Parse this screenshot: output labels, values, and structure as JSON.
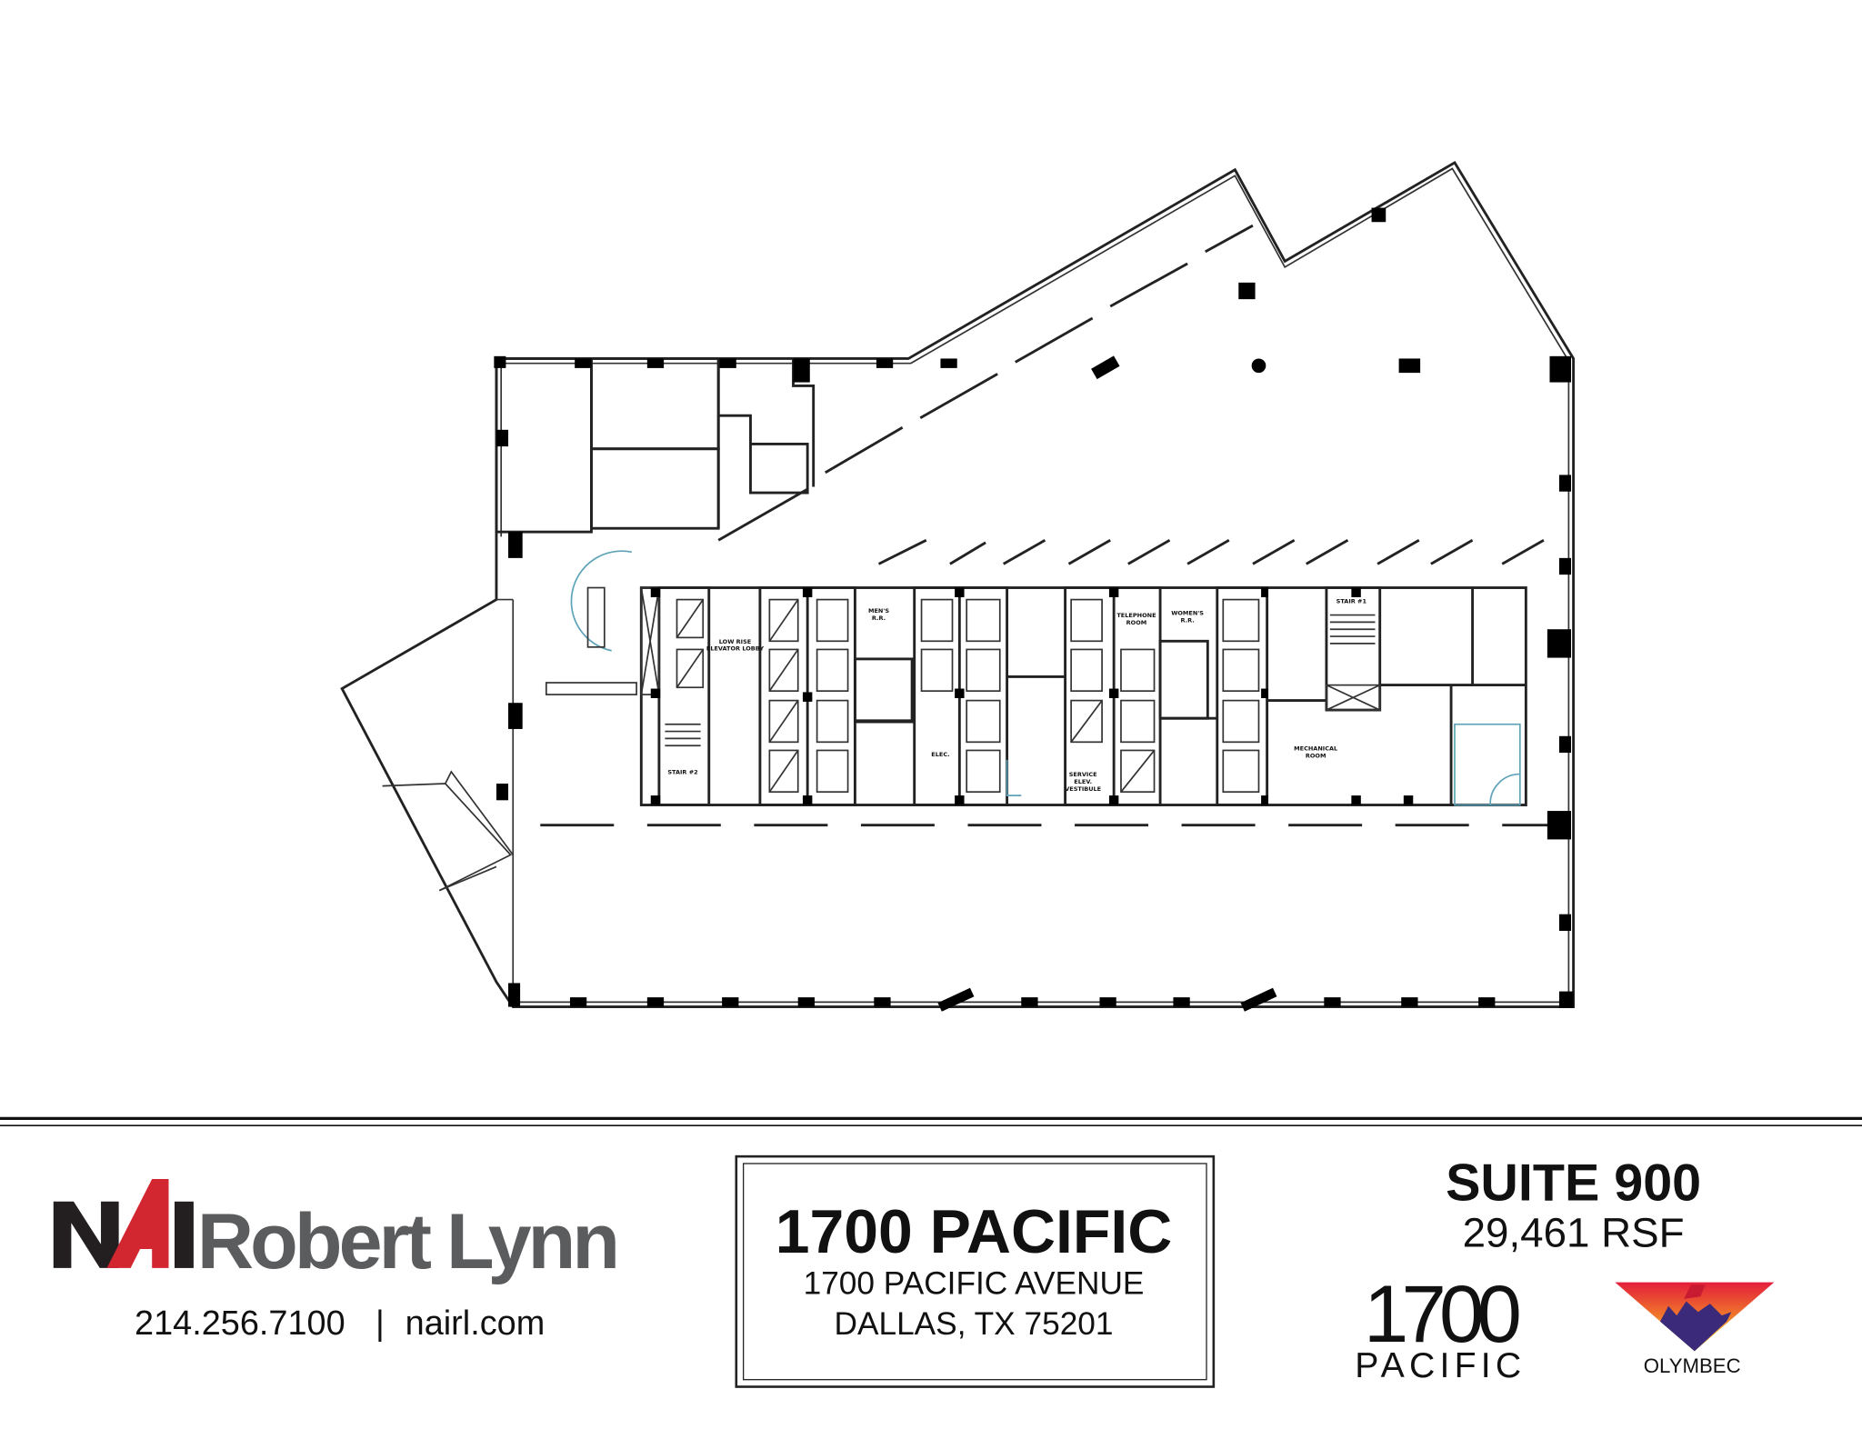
{
  "floor_plan": {
    "rooms": {
      "low_rise_lobby_1": "LOW RISE",
      "low_rise_lobby_2": "ELEVATOR LOBBY",
      "mens_rr_1": "MEN'S",
      "mens_rr_2": "R.R.",
      "elec": "ELEC.",
      "telephone_1": "TELEPHONE",
      "telephone_2": "ROOM",
      "womens_rr_1": "WOMEN'S",
      "womens_rr_2": "R.R.",
      "service_1": "SERVICE",
      "service_2": "ELEV.",
      "service_3": "VESTIBULE",
      "stair_1": "STAIR #1",
      "stair_2": "STAIR #2",
      "mechanical_1": "MECHANICAL",
      "mechanical_2": "ROOM"
    }
  },
  "footer": {
    "broker_logo": {
      "nai": "NAI",
      "name": "Robert Lynn",
      "nai_color": "#d22630",
      "name_color": "#5b5c5e"
    },
    "phone": "214.256.7100",
    "separator": "|",
    "website": "nairl.com",
    "building_name": "1700 PACIFIC",
    "address_line1": "1700 PACIFIC AVENUE",
    "address_line2": "DALLAS, TX 75201",
    "suite": "SUITE 900",
    "area": "29,461 RSF",
    "building_logo": {
      "number": "1700",
      "word": "PACIFIC",
      "color": "#2e6a9e"
    },
    "owner_logo": {
      "name": "OLYMBEC",
      "color": "#2d1f5e"
    }
  }
}
